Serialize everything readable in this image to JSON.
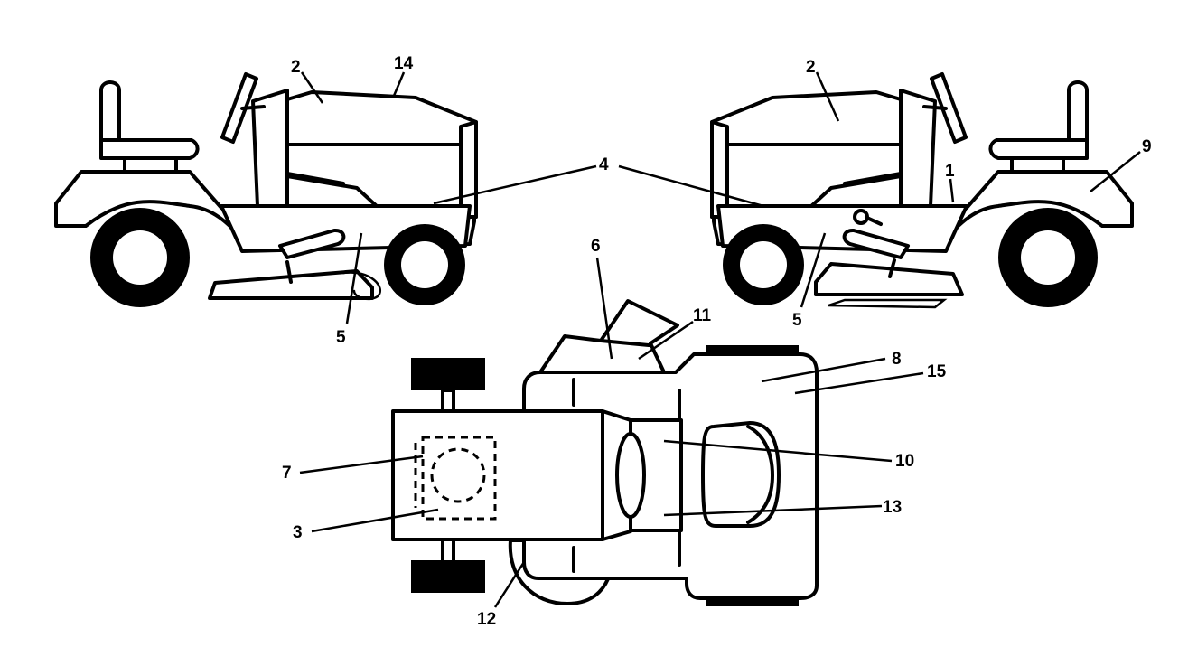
{
  "labels": {
    "l1": "1",
    "l2a": "2",
    "l2b": "2",
    "l3": "3",
    "l4": "4",
    "l5a": "5",
    "l5b": "5",
    "l6": "6",
    "l7": "7",
    "l8": "8",
    "l9": "9",
    "l10": "10",
    "l11": "11",
    "l12": "12",
    "l13": "13",
    "l14": "14",
    "l15": "15"
  }
}
